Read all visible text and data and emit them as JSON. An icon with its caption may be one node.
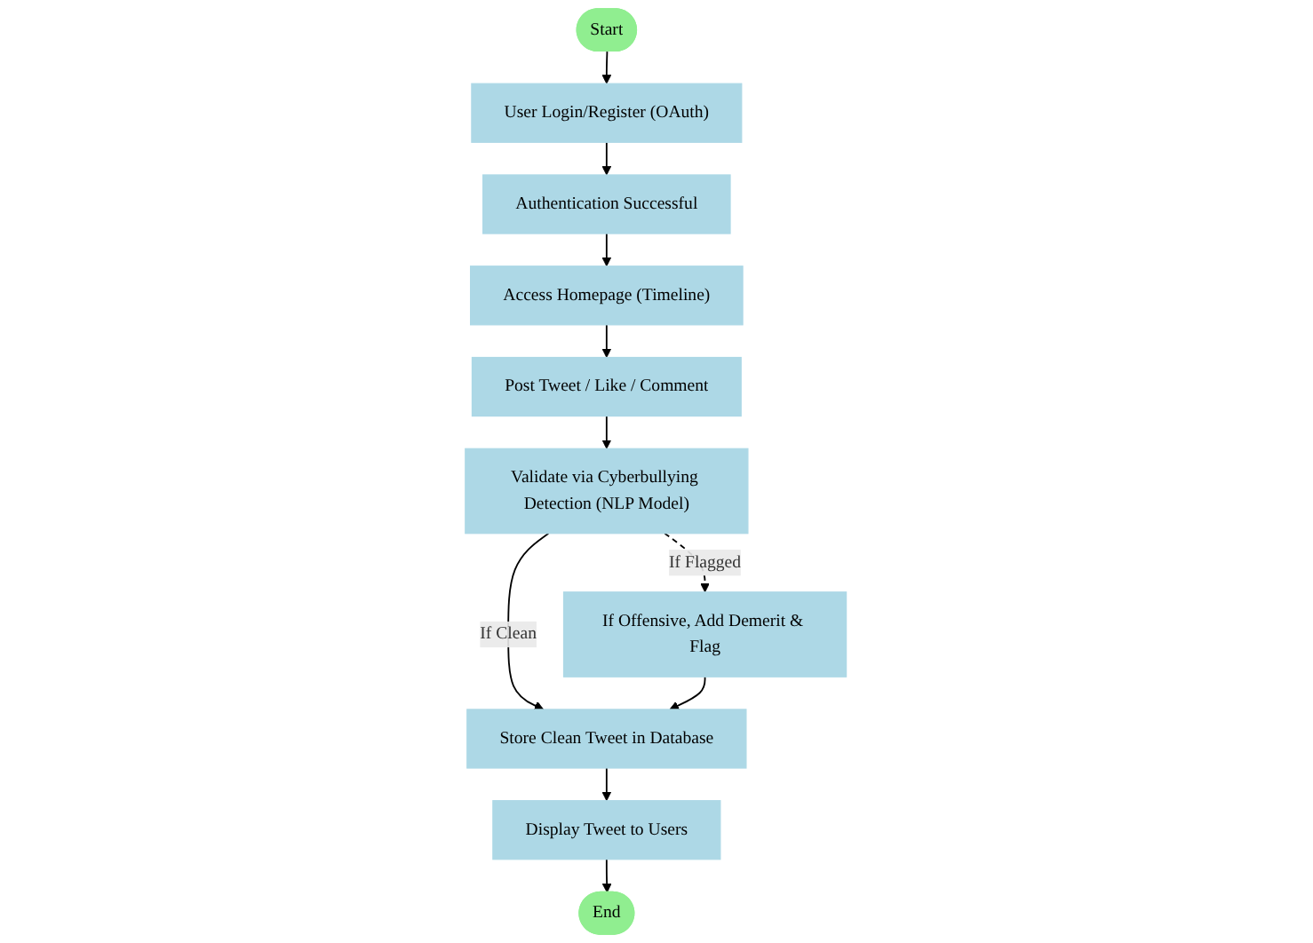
{
  "diagram": {
    "nodes": [
      {
        "text": [
          "Start"
        ]
      },
      {
        "text": [
          "User Login/Register (OAuth)"
        ]
      },
      {
        "text": [
          "Authentication Successful"
        ]
      },
      {
        "text": [
          "Access Homepage (Timeline)"
        ]
      },
      {
        "text": [
          "Post Tweet / Like / Comment"
        ]
      },
      {
        "text": [
          "Validate via Cyberbullying Detection (NLP Model)"
        ]
      },
      {
        "text": [
          "If Offensive, Add Demerit & Flag"
        ]
      },
      {
        "text": [
          "Store Clean Tweet in Database"
        ]
      },
      {
        "text": [
          "Display Tweet to Users"
        ]
      },
      {
        "text": [
          "End"
        ]
      }
    ],
    "edges": [
      {
        "from": 0,
        "to": 1,
        "arrow": "to"
      },
      {
        "from": 1,
        "to": 2,
        "arrow": "to"
      },
      {
        "from": 2,
        "to": 3,
        "arrow": "to"
      },
      {
        "from": 3,
        "to": 4,
        "arrow": "to"
      },
      {
        "from": 4,
        "to": 5,
        "arrow": "to"
      },
      {
        "from": 5,
        "to": 6,
        "arrow": "to",
        "label": "If Flagged",
        "style": "dashed"
      },
      {
        "from": 5,
        "to": 7,
        "arrow": "to",
        "label": "If Clean"
      },
      {
        "from": 6,
        "to": 7,
        "arrow": "to"
      },
      {
        "from": 7,
        "to": 8,
        "arrow": "to"
      },
      {
        "from": 8,
        "to": 9,
        "arrow": "to"
      }
    ]
  }
}
